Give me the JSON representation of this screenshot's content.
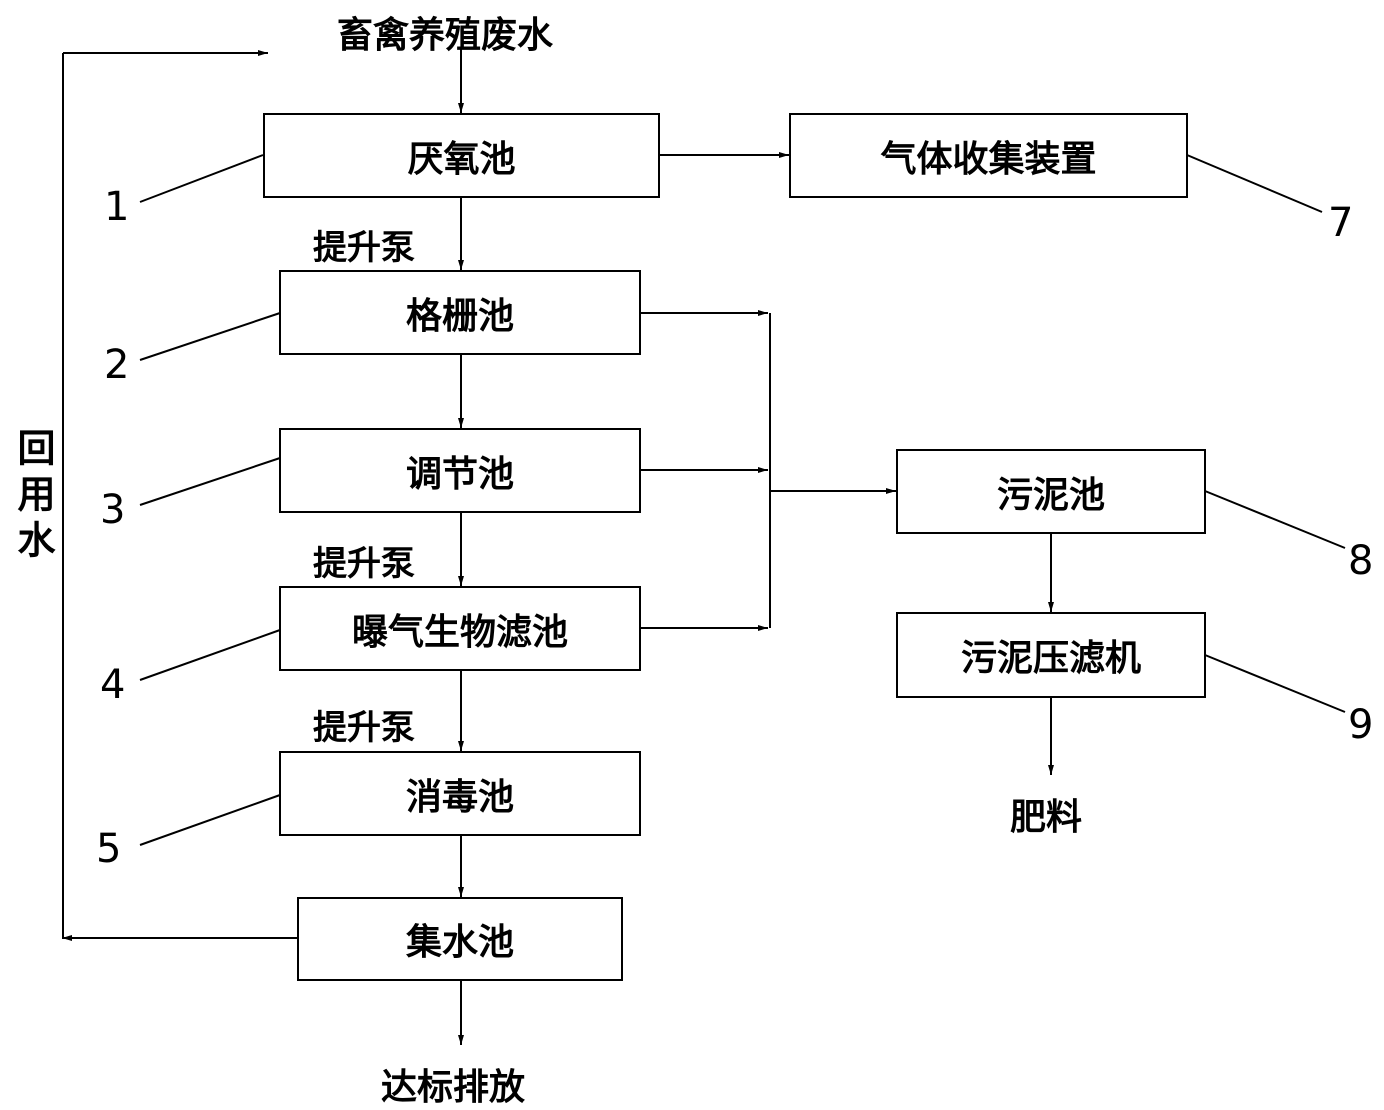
{
  "input_label": "畜禽养殖废水",
  "recycle_label": "回用水",
  "output_label": "达标排放",
  "fertilizer_label": "肥料",
  "pump_labels": [
    "提升泵",
    "提升泵",
    "提升泵"
  ],
  "boxes": {
    "anaerobic": "厌氧池",
    "gas": "气体收集装置",
    "grid": "格栅池",
    "adjust": "调节池",
    "aeration": "曝气生物滤池",
    "disinfect": "消毒池",
    "collect": "集水池",
    "sludge": "污泥池",
    "press": "污泥压滤机"
  },
  "numbers": {
    "n1": "1",
    "n2": "2",
    "n3": "3",
    "n4": "4",
    "n5": "5",
    "n7": "7",
    "n8": "8",
    "n9": "9"
  }
}
